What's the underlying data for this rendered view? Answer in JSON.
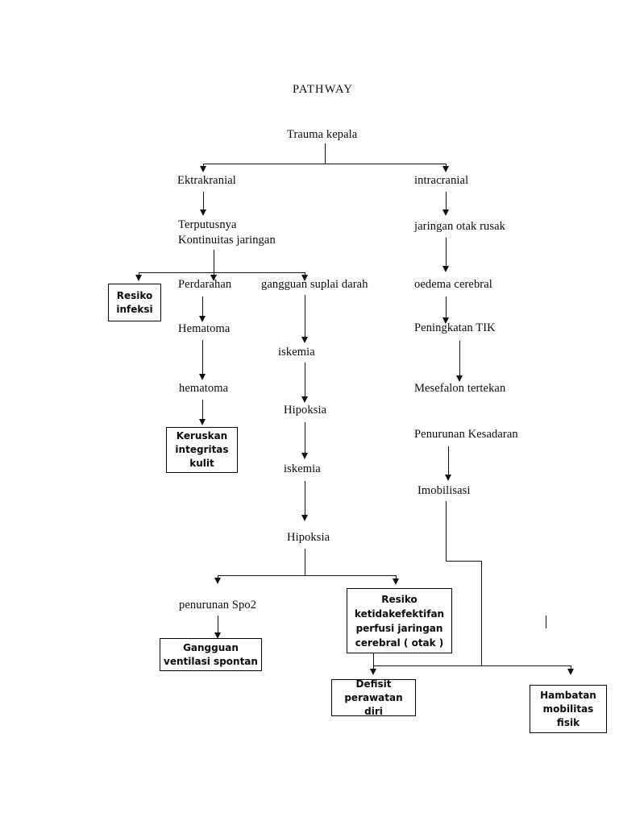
{
  "document": {
    "title": "PATHWAY",
    "language": "Indonesian",
    "background_color": "#ffffff",
    "line_color": "#111111",
    "text_color": "#0a0a0a"
  },
  "nodes": {
    "trauma_kepala": "Trauma kepala",
    "ektrakranial": "Ektrakranial",
    "intracranial": "intracranial",
    "terputusnya": "Terputusnya",
    "kontinuitas_jaringan": "Kontinuitas jaringan",
    "jaringan_otak_rusak": "jaringan otak rusak",
    "perdarahan": "Perdarahan",
    "gangguan_suplai_darah": "gangguan suplai darah",
    "oedema_cerebral": "oedema cerebral",
    "hematoma_cap": "Hematoma",
    "iskemia_1": "iskemia",
    "peningkatan_tik": "Peningkatan TIK",
    "hematoma_low": "hematoma",
    "hipoksia_1": "Hipoksia",
    "mesefalon_tertekan": "Mesefalon tertekan",
    "penurunan_kesadaran": "Penurunan Kesadaran",
    "iskemia_2": "iskemia",
    "imobilisasi": "Imobilisasi",
    "hipoksia_2": "Hipoksia",
    "penurunan_spo2": "penurunan Spo2"
  },
  "boxes": {
    "resiko_infeksi": "Resiko\ninfeksi",
    "keruskan_integritas_kulit": "Keruskan\nintegritas\nkulit",
    "gangguan_ventilasi_spontan": "Gangguan\nventilasi spontan",
    "resiko_perfusi": "Resiko\nketidakefektifan\nperfusi jaringan\ncerebral ( otak )",
    "defisit_perawatan_diri": "Defisit\nperawatan diri",
    "hambatan_mobilitas_fisik": "Hambatan\nmobilitas\nfisik"
  },
  "chart_data": {
    "type": "diagram",
    "diagram_kind": "flowchart",
    "title": "PATHWAY",
    "nodes": [
      {
        "id": "trauma_kepala",
        "label": "Trauma kepala",
        "shape": "plain",
        "level": 0
      },
      {
        "id": "ektrakranial",
        "label": "Ektrakranial",
        "shape": "plain",
        "level": 1
      },
      {
        "id": "intracranial",
        "label": "intracranial",
        "shape": "plain",
        "level": 1
      },
      {
        "id": "terputusnya_kontinuitas",
        "label": "Terputusnya Kontinuitas jaringan",
        "shape": "plain",
        "level": 2
      },
      {
        "id": "jaringan_otak_rusak",
        "label": "jaringan otak rusak",
        "shape": "plain",
        "level": 2
      },
      {
        "id": "resiko_infeksi",
        "label": "Resiko infeksi",
        "shape": "box",
        "level": 3
      },
      {
        "id": "perdarahan",
        "label": "Perdarahan",
        "shape": "plain",
        "level": 3
      },
      {
        "id": "gangguan_suplai_darah",
        "label": "gangguan suplai darah",
        "shape": "plain",
        "level": 3
      },
      {
        "id": "oedema_cerebral",
        "label": "oedema cerebral",
        "shape": "plain",
        "level": 3
      },
      {
        "id": "hematoma_cap",
        "label": "Hematoma",
        "shape": "plain",
        "level": 4
      },
      {
        "id": "iskemia_1",
        "label": "iskemia",
        "shape": "plain",
        "level": 4
      },
      {
        "id": "peningkatan_tik",
        "label": "Peningkatan TIK",
        "shape": "plain",
        "level": 4
      },
      {
        "id": "hematoma_low",
        "label": "hematoma",
        "shape": "plain",
        "level": 5
      },
      {
        "id": "hipoksia_1",
        "label": "Hipoksia",
        "shape": "plain",
        "level": 5
      },
      {
        "id": "mesefalon_tertekan",
        "label": "Mesefalon tertekan",
        "shape": "plain",
        "level": 5
      },
      {
        "id": "keruskan_integritas_kulit",
        "label": "Keruskan integritas kulit",
        "shape": "box",
        "level": 6
      },
      {
        "id": "iskemia_2",
        "label": "iskemia",
        "shape": "plain",
        "level": 6
      },
      {
        "id": "penurunan_kesadaran",
        "label": "Penurunan Kesadaran",
        "shape": "plain",
        "level": 6
      },
      {
        "id": "imobilisasi",
        "label": "Imobilisasi",
        "shape": "plain",
        "level": 7
      },
      {
        "id": "hipoksia_2",
        "label": "Hipoksia",
        "shape": "plain",
        "level": 7
      },
      {
        "id": "penurunan_spo2",
        "label": "penurunan Spo2",
        "shape": "plain",
        "level": 8
      },
      {
        "id": "resiko_perfusi",
        "label": "Resiko ketidakefektifan perfusi jaringan cerebral ( otak )",
        "shape": "box",
        "level": 8
      },
      {
        "id": "gangguan_ventilasi_spontan",
        "label": "Gangguan ventilasi spontan",
        "shape": "box",
        "level": 9
      },
      {
        "id": "defisit_perawatan_diri",
        "label": "Defisit perawatan diri",
        "shape": "box",
        "level": 9
      },
      {
        "id": "hambatan_mobilitas_fisik",
        "label": "Hambatan mobilitas fisik",
        "shape": "box",
        "level": 9
      }
    ],
    "edges": [
      {
        "from": "trauma_kepala",
        "to": "ektrakranial"
      },
      {
        "from": "trauma_kepala",
        "to": "intracranial"
      },
      {
        "from": "ektrakranial",
        "to": "terputusnya_kontinuitas"
      },
      {
        "from": "intracranial",
        "to": "jaringan_otak_rusak"
      },
      {
        "from": "terputusnya_kontinuitas",
        "to": "resiko_infeksi"
      },
      {
        "from": "terputusnya_kontinuitas",
        "to": "perdarahan"
      },
      {
        "from": "terputusnya_kontinuitas",
        "to": "gangguan_suplai_darah"
      },
      {
        "from": "jaringan_otak_rusak",
        "to": "oedema_cerebral"
      },
      {
        "from": "perdarahan",
        "to": "hematoma_cap"
      },
      {
        "from": "gangguan_suplai_darah",
        "to": "iskemia_1"
      },
      {
        "from": "oedema_cerebral",
        "to": "peningkatan_tik"
      },
      {
        "from": "hematoma_cap",
        "to": "hematoma_low"
      },
      {
        "from": "iskemia_1",
        "to": "hipoksia_1"
      },
      {
        "from": "peningkatan_tik",
        "to": "mesefalon_tertekan"
      },
      {
        "from": "hematoma_low",
        "to": "keruskan_integritas_kulit"
      },
      {
        "from": "hipoksia_1",
        "to": "iskemia_2"
      },
      {
        "from": "penurunan_kesadaran",
        "to": "imobilisasi"
      },
      {
        "from": "iskemia_2",
        "to": "hipoksia_2"
      },
      {
        "from": "hipoksia_2",
        "to": "penurunan_spo2"
      },
      {
        "from": "hipoksia_2",
        "to": "resiko_perfusi"
      },
      {
        "from": "penurunan_spo2",
        "to": "gangguan_ventilasi_spontan"
      },
      {
        "from": "resiko_perfusi",
        "to": "defisit_perawatan_diri"
      },
      {
        "from": "imobilisasi",
        "to": "hambatan_mobilitas_fisik"
      }
    ]
  }
}
